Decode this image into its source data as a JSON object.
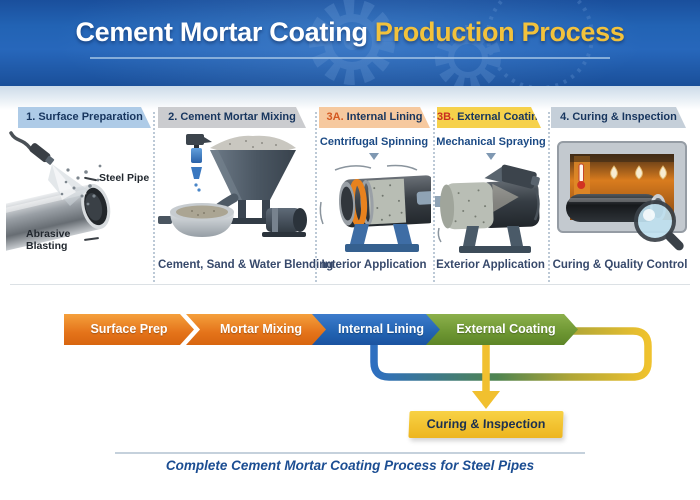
{
  "palette": {
    "header_blue": "#2263b4",
    "title_accent_gold": "#f2c23c",
    "navy_text": "#17355e",
    "step3a_num_color": "#d4571f",
    "step3b_num_color": "#c92f20",
    "orange_arrow": "#e4731a",
    "blue_arrow": "#2263b2",
    "green_arrow": "#6d9632",
    "yellow_connector": "#f1c02f",
    "curing_box_yellow": "#f3c52d"
  },
  "header": {
    "title_main": "Cement Mortar Coating",
    "title_accent": "Production Process"
  },
  "steps": [
    {
      "num": "1.",
      "title": "Surface Preparation",
      "labels": {
        "steel_pipe": "Steel Pipe",
        "abrasive": "Abrasive Blasting"
      }
    },
    {
      "num": "2.",
      "title": "Cement Mortar Mixing",
      "caption": "Cement, Sand & Water Blending"
    },
    {
      "num": "3A.",
      "title": "Internal Lining",
      "method": "Centrifugal Spinning",
      "caption": "Interior Application"
    },
    {
      "num": "3B.",
      "title": "External Coating",
      "method": "Mechanical Spraying",
      "caption": "Exterior Application"
    },
    {
      "num": "4.",
      "title": "Curing & Inspection",
      "caption": "Curing & Quality Control"
    }
  ],
  "flow": {
    "nodes": [
      {
        "label": "Surface Prep"
      },
      {
        "label": "Mortar Mixing"
      },
      {
        "label": "Internal Lining"
      },
      {
        "label": "External Coating"
      }
    ],
    "final_node": "Curing & Inspection"
  },
  "footer": {
    "caption": "Complete Cement Mortar Coating Process for Steel Pipes"
  }
}
